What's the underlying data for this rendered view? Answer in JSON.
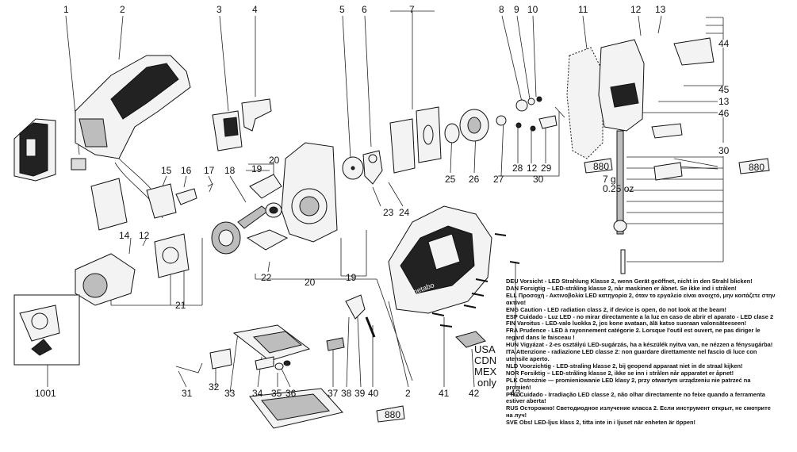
{
  "callouts": {
    "c1": "1",
    "c2a": "2",
    "c3": "3",
    "c4": "4",
    "c5": "5",
    "c6": "6",
    "c7": "7",
    "c8": "8",
    "c9": "9",
    "c10": "10",
    "c11": "11",
    "c12a": "12",
    "c13a": "13",
    "c44": "44",
    "c45": "45",
    "c13b": "13",
    "c46": "46",
    "c30a": "30",
    "c25": "25",
    "c26": "26",
    "c27": "27",
    "c28": "28",
    "c12b": "12",
    "c29": "29",
    "c30b": "30",
    "c20a": "20",
    "c19a": "19",
    "c15": "15",
    "c16": "16",
    "c17": "17",
    "c18": "18",
    "c23": "23",
    "c24": "24",
    "c14": "14",
    "c12c": "12",
    "c22": "22",
    "c19b": "19",
    "c20b": "20",
    "c21": "21",
    "c1001": "1001",
    "c31": "31",
    "c32": "32",
    "c33": "33",
    "c34": "34",
    "c35": "35",
    "c36": "36",
    "c37": "37",
    "c38": "38",
    "c39": "39",
    "c40": "40",
    "c2b": "2",
    "c41": "41",
    "c42": "42",
    "c43": "43"
  },
  "grease_label": "880",
  "weight_g": "7 g",
  "weight_oz": "0.25 oz",
  "label_sheet": [
    "USA",
    "CDN",
    "MEX",
    "only"
  ],
  "warnings": [
    "DEU Vorsicht - LED Strahlung Klasse 2, wenn Gerät geöffnet, nicht in den Strahl blicken!",
    "DAN Forsigtig – LED-stråling klasse 2, når maskinen er åbnet. Se ikke ind i strålen!",
    "ELL Προσοχή - Ακτινοβολία LED κατηγορία 2, όταν το εργαλείο είναι ανοιχτό, μην κοιτάζετε στην ακτίνα!",
    "ENG Caution - LED radiation class 2, if device is open, do not look at the beam!",
    "ESP Cuidado - Luz LED - no mirar directamente a la luz en caso de abrir el aparato - LED clase 2",
    "FIN Varoitus - LED-valo luokka 2, jos kone avataan, älä katso suoraan valonsäteeseen!",
    "FRA Prudence - LED à rayonnement catégorie 2. Lorsque l'outil est ouvert, ne pas diriger le regard dans le faisceau !",
    "HUN Vigyázat - 2-es osztályú LED-sugárzás, ha a készülék nyitva van, ne nézzen a fénysugárba!",
    "ITA Attenzione - radiazione LED classe 2: non guardare direttamente nel fascio di luce con utensile aperto.",
    "NLD Voorzichtig - LED-straling klasse 2, bij geopend apparaat niet in de straal kijken!",
    "NOR Forsiktig – LED-stråling klasse 2, ikke se inn i strålen når apparatet er åpnet!",
    "PLK Ostrożnie — promieniowanie LED klasy 2, przy otwartym urządzeniu nie patrzeć na promień!",
    "PTG Cuidado - Irradiação LED classe 2, não olhar directamente no feixe quando a ferramenta estiver aberta!",
    "RUS Осторожно! Светодиодное излучение класса 2. Если инструмент открыт, не смотрите на луч!",
    "SVE Obs! LED-ljus klass 2, titta inte in i ljuset när enheten är öppen!"
  ]
}
